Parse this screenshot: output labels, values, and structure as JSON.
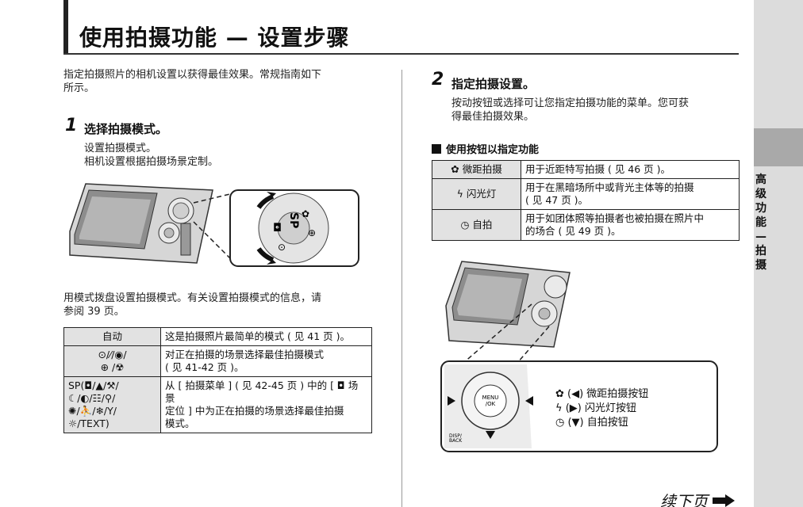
{
  "page_title": "使用拍摄功能 — 设置步骤",
  "side_label": "高级功能—拍摄",
  "intro": {
    "line1": "指定拍摄照片的相机设置以获得最佳效果。常规指南如下",
    "line2": "所示。"
  },
  "step1": {
    "num": "1",
    "title": "选择拍摄模式。",
    "desc_line1": "设置拍摄模式。",
    "desc_line2": "相机设置根据拍摄场景定制。"
  },
  "mode_dial_text": {
    "line1": "用模式拨盘设置拍摄模式。有关设置拍摄模式的信息，请",
    "line2": "参阅 39 页。"
  },
  "mode_table": [
    {
      "key": "自动",
      "value": "这是拍摄照片最简单的模式 ( 见 41 页 )。"
    },
    {
      "key_line1": "⊙/⁄/◉/",
      "key_line2": "⊕ /☢",
      "value_line1": "对正在拍摄的场景选择最佳拍摄模式",
      "value_line2": "( 见 41-42 页 )。"
    },
    {
      "key_line1": "SP(◘/▲/⚒/",
      "key_line2": "☾/◐/☷/⚲/",
      "key_line3": "✺/⛹/❄/Y/",
      "key_line4": "☼/TEXT)",
      "value_line1": "从 [ 拍摄菜单 ] ( 见 42-45 页 ) 中的 [ ◘ 场景",
      "value_line2": "定位 ] 中为正在拍摄的场景选择最佳拍摄",
      "value_line3": "模式。"
    }
  ],
  "step2": {
    "num": "2",
    "title": "指定拍摄设置。",
    "desc_line1": "按动按钮或选择可让您指定拍摄功能的菜单。您可获",
    "desc_line2": "得最佳拍摄效果。"
  },
  "buttons_heading": "使用按钮以指定功能",
  "buttons_table": [
    {
      "key": "✿ 微距拍摄",
      "value": "用于近距特写拍摄 ( 见 46 页 )。"
    },
    {
      "key": "ϟ 闪光灯",
      "value_line1": "用于在黑暗场所中或背光主体等的拍摄",
      "value_line2": "( 见 47 页 )。"
    },
    {
      "key": "◷ 自拍",
      "value_line1": "用于如团体照等拍摄者也被拍摄在照片中",
      "value_line2": "的场合 ( 见 49 页 )。"
    }
  ],
  "legend": {
    "line1": "✿ (◀) 微距拍摄按钮",
    "line2": "ϟ (▶) 闪光灯按钮",
    "line3": "◷ (▼) 自拍按钮"
  },
  "dpad_labels": {
    "menu": "MENU",
    "ok": "/OK",
    "disp": "DISP/",
    "back": "BACK"
  },
  "continue_text": "续下页",
  "colors": {
    "tab_light": "#dcdcdc",
    "tab_dark": "#a9a9a9",
    "table_key_bg": "#e2e2e2"
  }
}
